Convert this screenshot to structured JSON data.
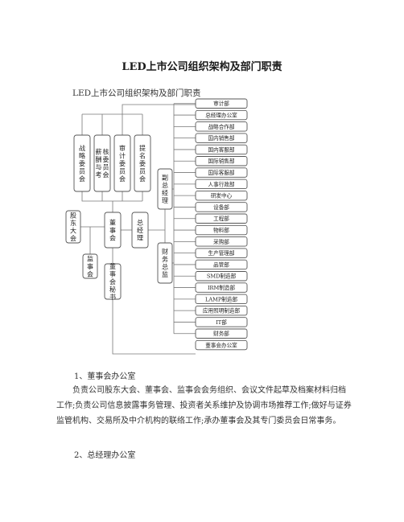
{
  "doc": {
    "title": "LED上市公司组织架构及部门职责",
    "subtitle": "LED上市公司组织架构及部门职责"
  },
  "org": {
    "committees": [
      "战略委员会",
      "薪酬与考核委员会",
      "审计委员会",
      "提名委员会"
    ],
    "shareholders": "股东大会",
    "supervisors": "监事会",
    "board": "董事会",
    "board_office": "董事会秘书",
    "gm": "总经理",
    "deputy_gm": "副总经理",
    "cfo": "财务总监",
    "departments": [
      "审计部",
      "总经理办公室",
      "战略合作部",
      "国内销售部",
      "国内客服部",
      "国际销售部",
      "国际客服部",
      "人事行政部",
      "研发中心",
      "设备部",
      "工程部",
      "物料部",
      "采购部",
      "生产管理部",
      "品管部",
      "SMD制造部",
      "IRM制造部",
      "LAMP制造部",
      "应用照明制造部",
      "IT部",
      "财务部",
      "董事会办公室"
    ]
  },
  "sections": [
    {
      "heading": "1、董事会办公室",
      "body": "负责公司股东大会、董事会、监事会会务组织、会议文件起草及档案材料归档工作;负责公司信息披露事务管理、投资者关系维护及协调市场推荐工作;做好与证券监管机构、交易所及中介机构的联络工作;承办董事会及其专门委员会日常事务。"
    },
    {
      "heading": "2、总经理办公室",
      "body": ""
    }
  ]
}
